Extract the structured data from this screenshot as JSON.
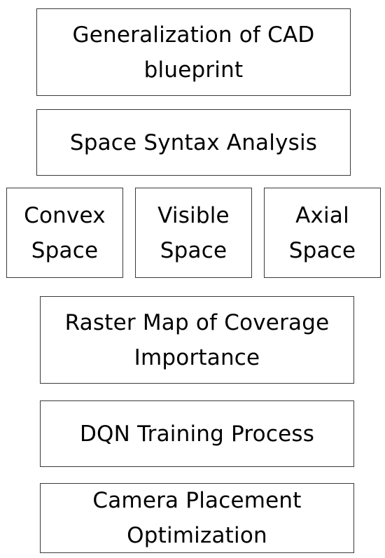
{
  "steps": {
    "cad_generalization": "Generalization of CAD blueprint",
    "space_syntax": "Space Syntax Analysis",
    "convex_space": "Convex Space",
    "visible_space": "Visible Space",
    "axial_space": "Axial Space",
    "raster_map": "Raster Map of Coverage Importance",
    "dqn_training": "DQN Training Process",
    "camera_placement": "Camera Placement Optimization"
  }
}
